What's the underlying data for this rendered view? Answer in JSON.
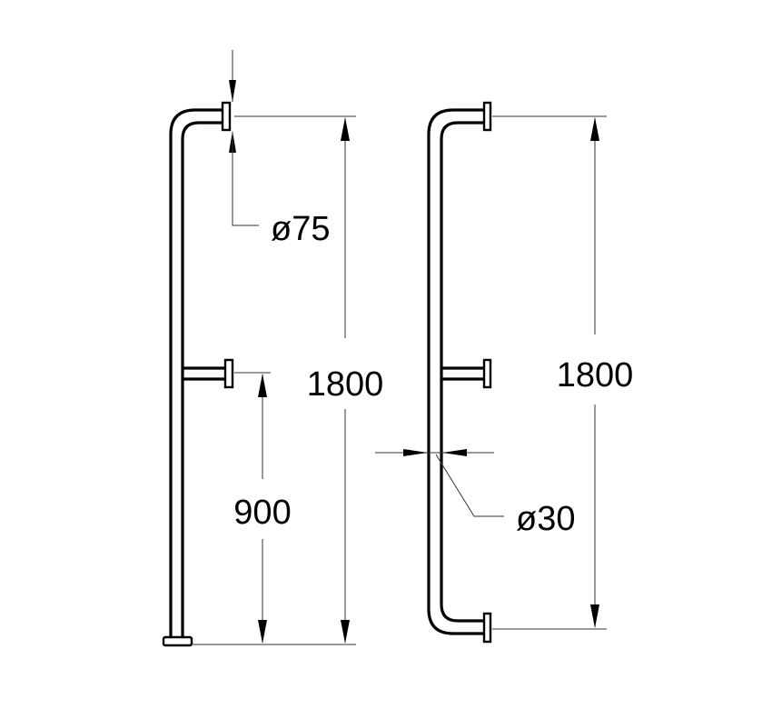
{
  "drawing": {
    "left_view": {
      "overall_height": "1800",
      "arm_height": "900",
      "flange_diameter": "ø75"
    },
    "right_view": {
      "overall_height": "1800",
      "tube_diameter": "ø30"
    },
    "colors": {
      "line": "#000000",
      "background": "#ffffff"
    }
  }
}
